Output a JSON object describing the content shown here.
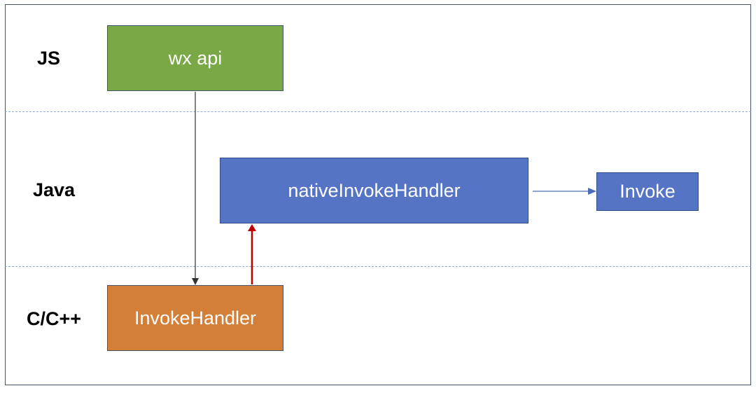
{
  "layers": {
    "js": "JS",
    "java": "Java",
    "c": "C/C++"
  },
  "boxes": {
    "wx_api": "wx api",
    "native_invoke_handler": "nativeInvokeHandler",
    "invoke": "Invoke",
    "invoke_handler": "InvokeHandler"
  },
  "colors": {
    "green": "#7ba846",
    "blue": "#5574c5",
    "orange": "#d47f38",
    "red_arrow": "#c00000"
  }
}
